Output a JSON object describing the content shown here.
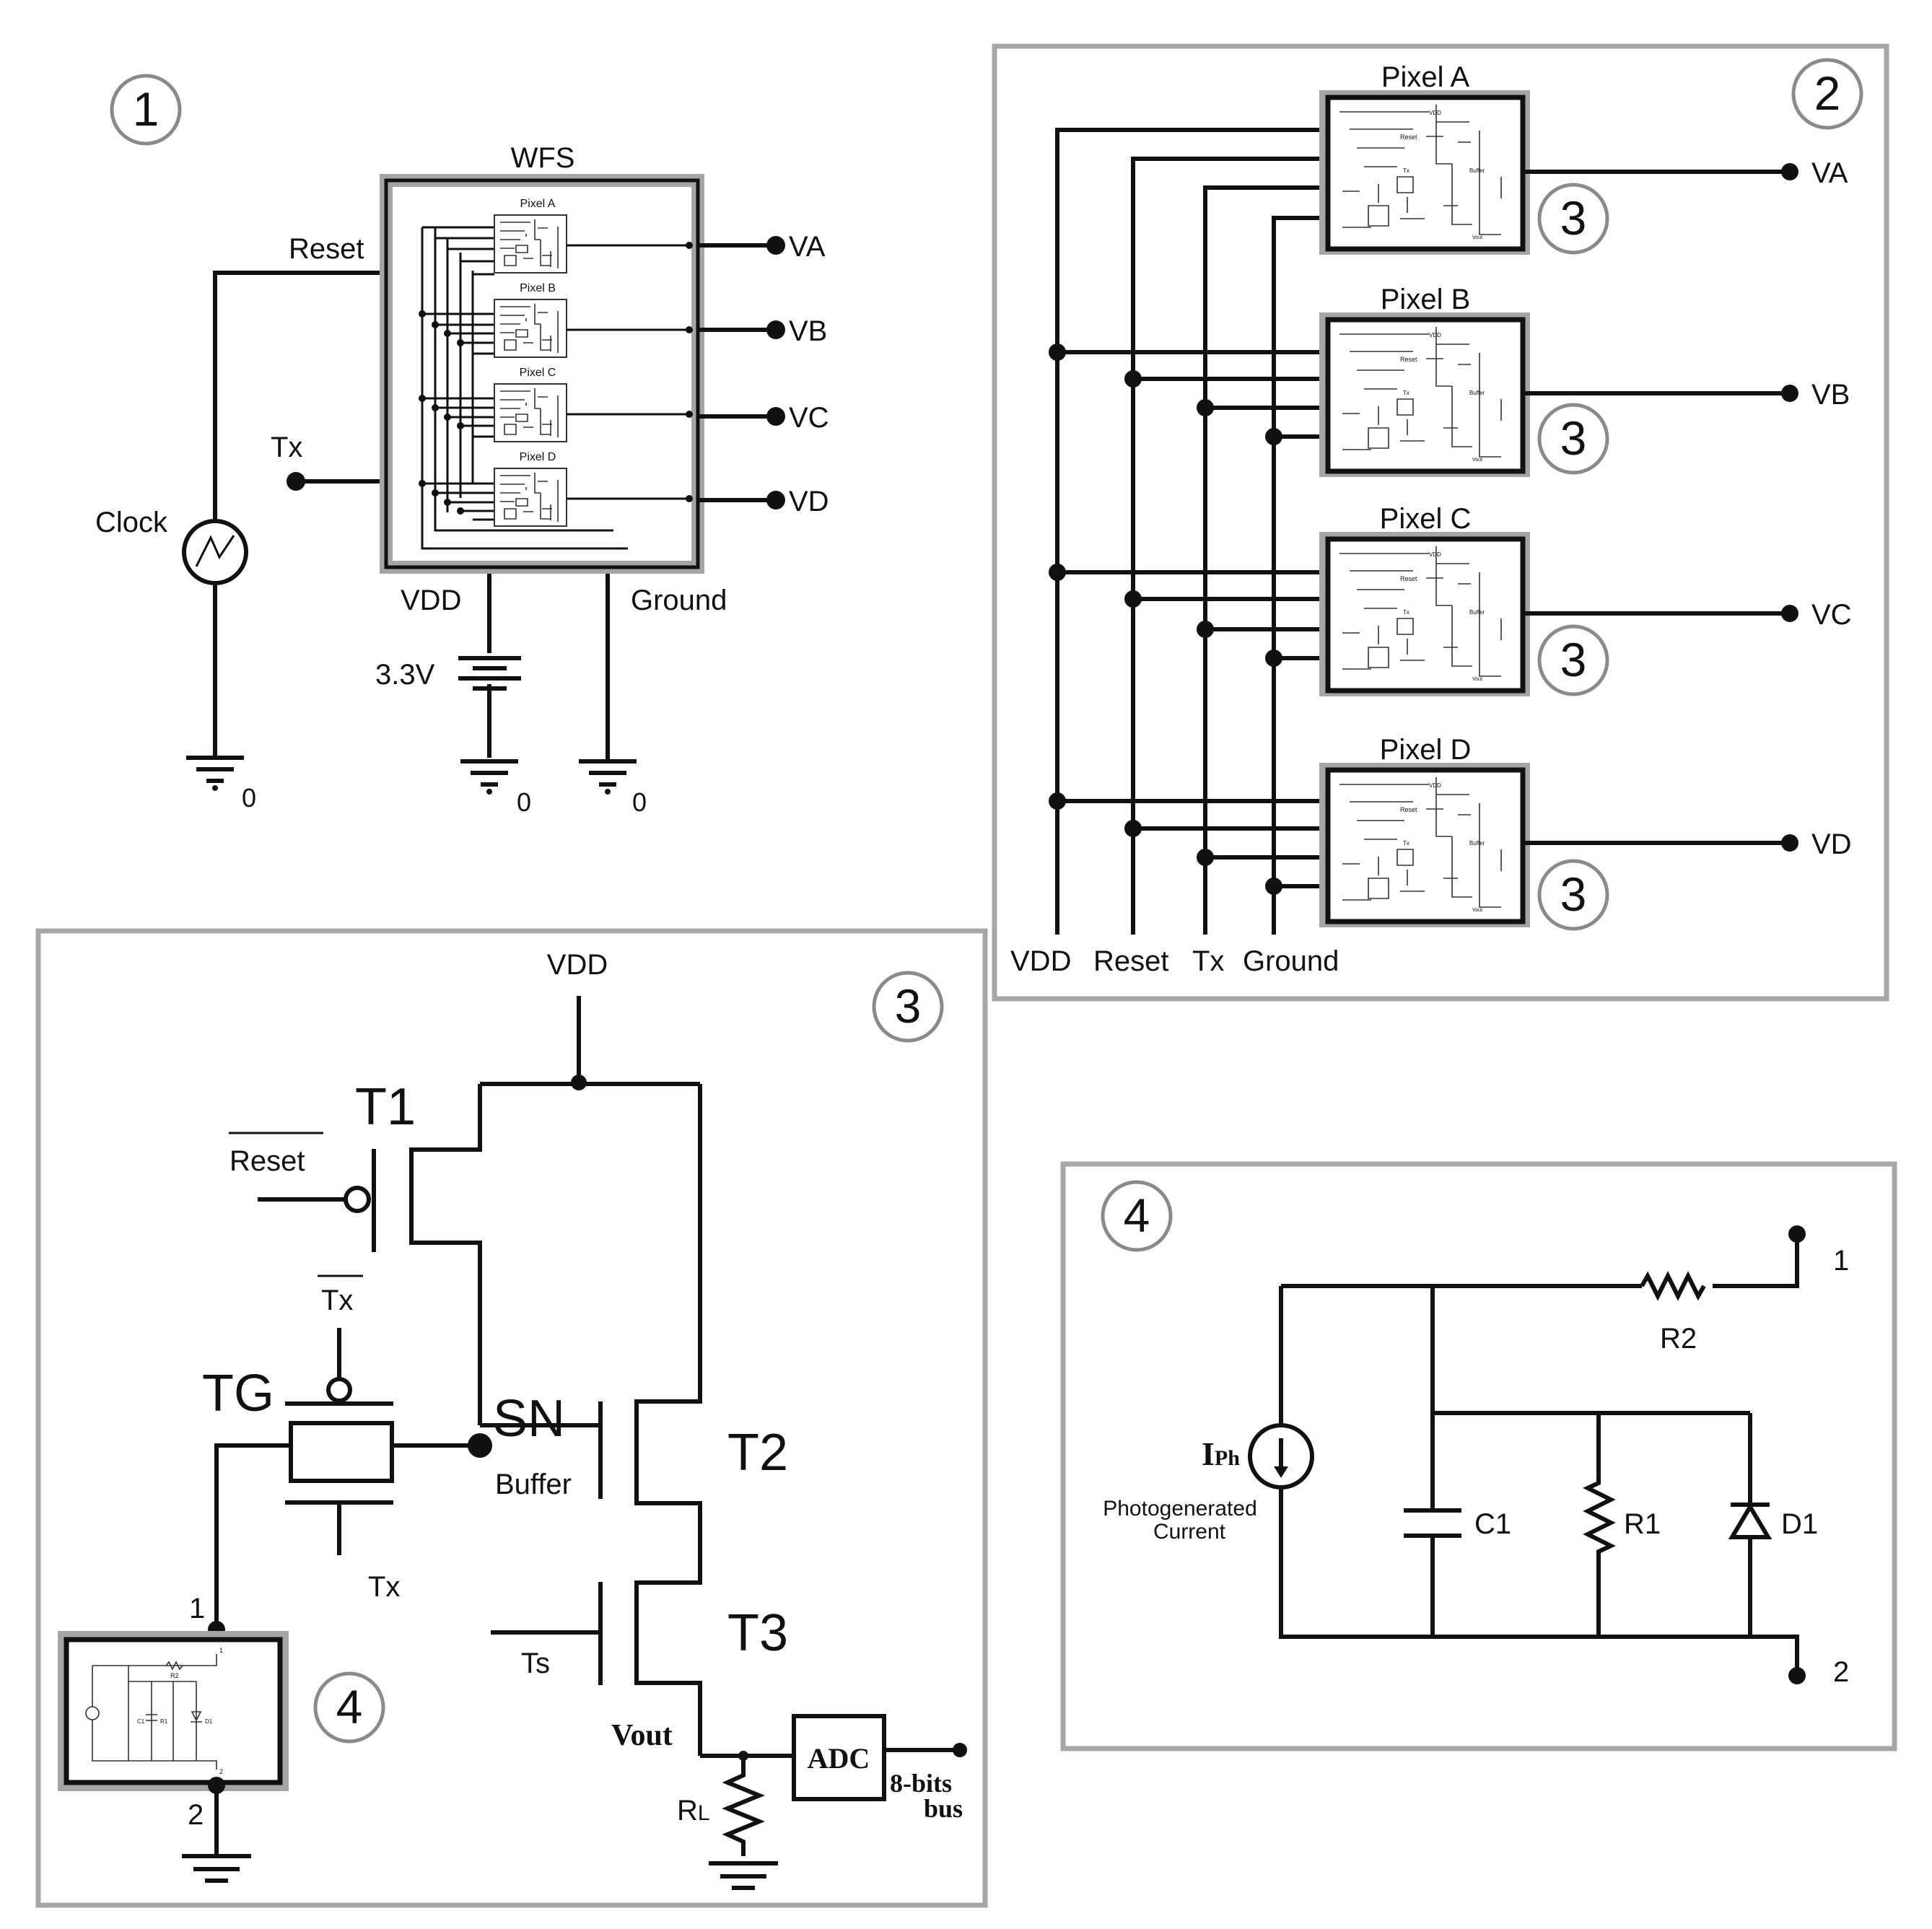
{
  "panel1": {
    "badge": "1",
    "wfs_label": "WFS",
    "reset_label": "Reset",
    "tx_label": "Tx",
    "clock_label": "Clock",
    "vdd_label": "VDD",
    "ground_label": "Ground",
    "voltage_label": "3.3V",
    "ground_zero_1": "0",
    "ground_zero_2": "0",
    "ground_zero_3": "0",
    "pixel_labels": [
      "Pixel A",
      "Pixel B",
      "Pixel C",
      "Pixel D"
    ],
    "outputs": [
      "VA",
      "VB",
      "VC",
      "VD"
    ]
  },
  "panel2": {
    "badge": "2",
    "pixels": [
      {
        "label": "Pixel A",
        "output": "VA",
        "callout": "3"
      },
      {
        "label": "Pixel B",
        "output": "VB",
        "callout": "3"
      },
      {
        "label": "Pixel C",
        "output": "VC",
        "callout": "3"
      },
      {
        "label": "Pixel D",
        "output": "VD",
        "callout": "3"
      }
    ],
    "buses": [
      "VDD",
      "Reset",
      "Tx",
      "Ground"
    ]
  },
  "panel3": {
    "badge": "3",
    "vdd": "VDD",
    "t1": "T1",
    "reset_bar": "Reset",
    "tx_bar": "Tx",
    "tg": "TG",
    "sn": "SN",
    "buffer": "Buffer",
    "tx": "Tx",
    "t2": "T2",
    "t3": "T3",
    "ts": "Ts",
    "vout": "Vout",
    "rl_main": "R",
    "rl_sub": "L",
    "adc": "ADC",
    "bus_line1": "8-bits",
    "bus_line2": "bus",
    "node1": "1",
    "node2": "2",
    "callout4": "4"
  },
  "panel4": {
    "badge": "4",
    "iph_main": "I",
    "iph_sub": "Ph",
    "photo_line1": "Photogenerated",
    "photo_line2": "Current",
    "r2": "R2",
    "c1": "C1",
    "r1": "R1",
    "d1": "D1",
    "terminal1": "1",
    "terminal2": "2"
  }
}
